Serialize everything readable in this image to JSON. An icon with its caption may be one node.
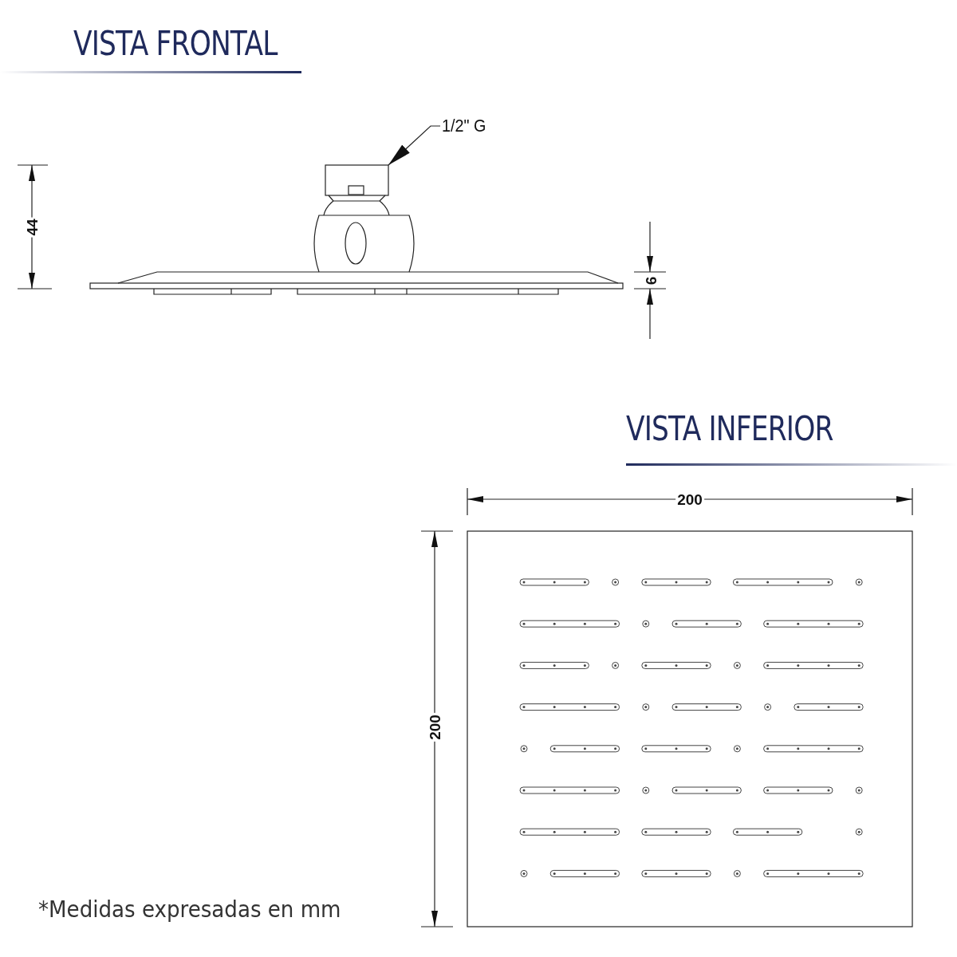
{
  "diagram": {
    "caption": "*Medidas expresadas en mm",
    "nodes": [
      {
        "text": [
          "1/2\" G"
        ]
      },
      {
        "text": [],
        "shape": "picture"
      }
    ],
    "edges": [
      {
        "from": 0,
        "to": 1,
        "arrow": "to"
      }
    ],
    "labels": [
      "VISTA FRONTAL",
      "44",
      "6",
      "VISTA INFERIOR",
      "200",
      "200"
    ]
  }
}
